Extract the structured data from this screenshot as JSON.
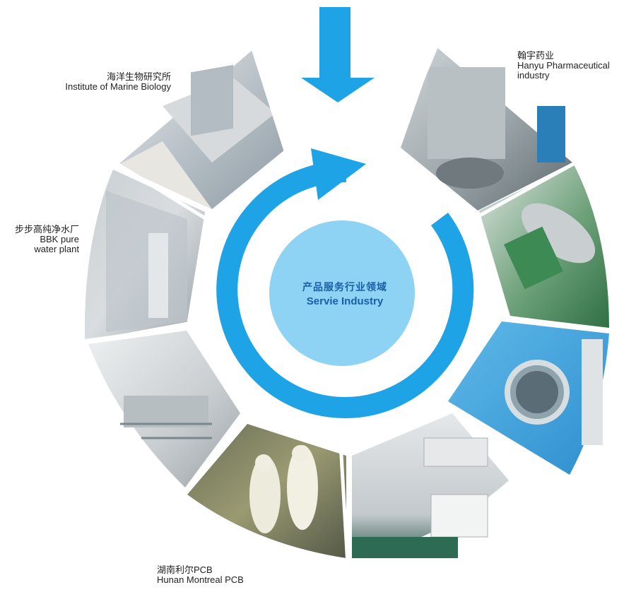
{
  "center": {
    "title_cn": "产品服务行业领域",
    "title_en": "Servie Industry"
  },
  "industries": [
    {
      "id": "marine",
      "cn": "海洋生物研究所",
      "en": "Institute of Marine Biology"
    },
    {
      "id": "hanyu",
      "cn": "翰宇药业",
      "en_line1": "Hanyu Pharmaceutical",
      "en_line2": "industry"
    },
    {
      "id": "bbk",
      "cn": "步步高纯净水厂",
      "en_line1": "BBK pure",
      "en_line2": "water plant"
    },
    {
      "id": "hunan",
      "cn": "湖南利尔PCB",
      "en": "Hunan Montreal PCB"
    }
  ],
  "colors": {
    "accent": "#1ea3e6",
    "center_fill": "#8ed3f4",
    "center_text": "#1a5ea8"
  }
}
